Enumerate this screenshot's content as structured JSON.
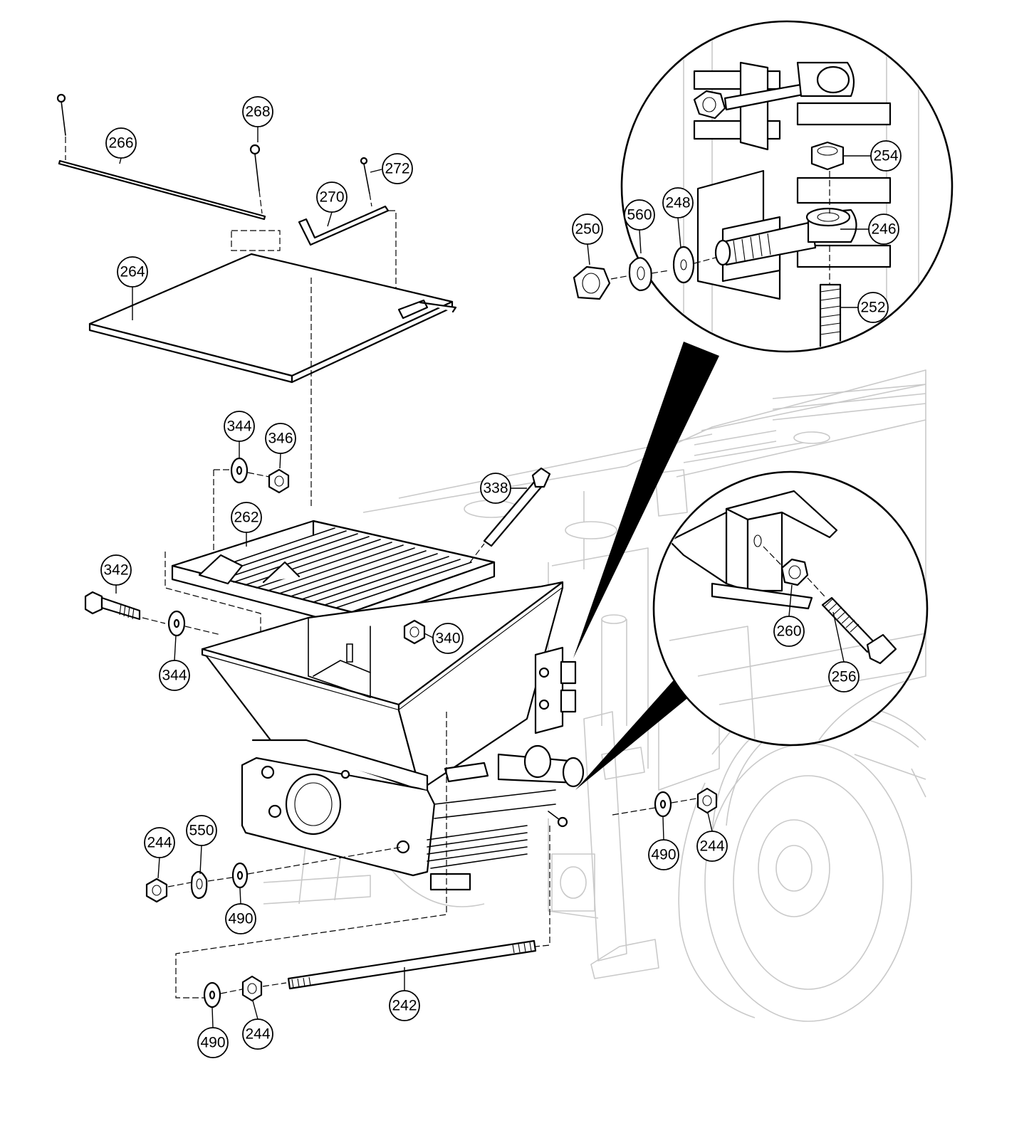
{
  "callouts": [
    {
      "id": "c266",
      "label": "266"
    },
    {
      "id": "c268",
      "label": "268"
    },
    {
      "id": "c272",
      "label": "272"
    },
    {
      "id": "c270",
      "label": "270"
    },
    {
      "id": "c264",
      "label": "264"
    },
    {
      "id": "c344a",
      "label": "344"
    },
    {
      "id": "c346",
      "label": "346"
    },
    {
      "id": "c338",
      "label": "338"
    },
    {
      "id": "c262",
      "label": "262"
    },
    {
      "id": "c342",
      "label": "342"
    },
    {
      "id": "c344b",
      "label": "344"
    },
    {
      "id": "c340",
      "label": "340"
    },
    {
      "id": "c244a",
      "label": "244"
    },
    {
      "id": "c550",
      "label": "550"
    },
    {
      "id": "c490a",
      "label": "490"
    },
    {
      "id": "c490b",
      "label": "490"
    },
    {
      "id": "c244b",
      "label": "244"
    },
    {
      "id": "c242",
      "label": "242"
    },
    {
      "id": "c490c",
      "label": "490"
    },
    {
      "id": "c244c",
      "label": "244"
    },
    {
      "id": "c250",
      "label": "250"
    },
    {
      "id": "c560",
      "label": "560"
    },
    {
      "id": "c248",
      "label": "248"
    },
    {
      "id": "c254",
      "label": "254"
    },
    {
      "id": "c246",
      "label": "246"
    },
    {
      "id": "c252",
      "label": "252"
    },
    {
      "id": "c260",
      "label": "260"
    },
    {
      "id": "c256",
      "label": "256"
    }
  ]
}
